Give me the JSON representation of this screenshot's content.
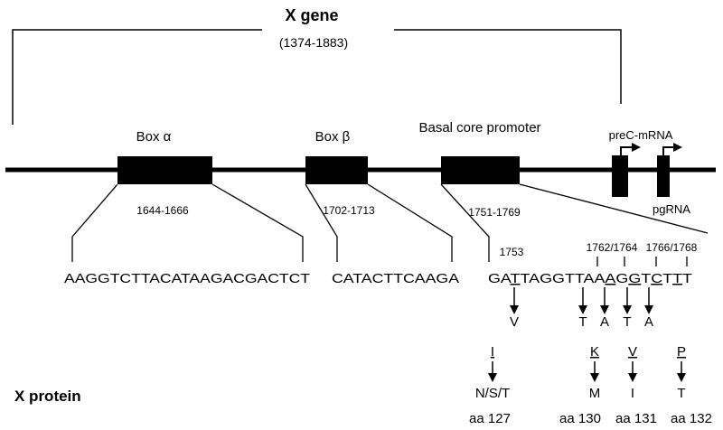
{
  "gene": {
    "title": "X gene",
    "range": "(1374-1883)"
  },
  "boxes": [
    {
      "label": "Box α",
      "range": "1644-1666",
      "sequence": "AAGGTCTTACATAAGACGACTCT"
    },
    {
      "label": "Box β",
      "range": "1702-1713",
      "sequence": "CATACTTCAAGA"
    },
    {
      "label": "Basal core promoter",
      "range": "1751-1769",
      "sequence": "GATTAGGTTAAAGGTCTTT"
    }
  ],
  "transcripts": {
    "prec": "preC-mRNA",
    "pg": "pgRNA"
  },
  "positions": {
    "p1753": "1753",
    "p1762_1764": "1762/1764",
    "p1766_1768": "1766/1768"
  },
  "nucleotide_mutations": [
    "V",
    "T",
    "A",
    "T",
    "A"
  ],
  "protein": {
    "label": "X protein",
    "columns": [
      {
        "original": "I",
        "mutant": "N/S/T",
        "position": "aa 127"
      },
      {
        "original": "K",
        "mutant": "M",
        "position": "aa 130"
      },
      {
        "original": "V",
        "mutant": "I",
        "position": "aa 131"
      },
      {
        "original": "P",
        "mutant": "T",
        "position": "aa 132"
      }
    ]
  }
}
